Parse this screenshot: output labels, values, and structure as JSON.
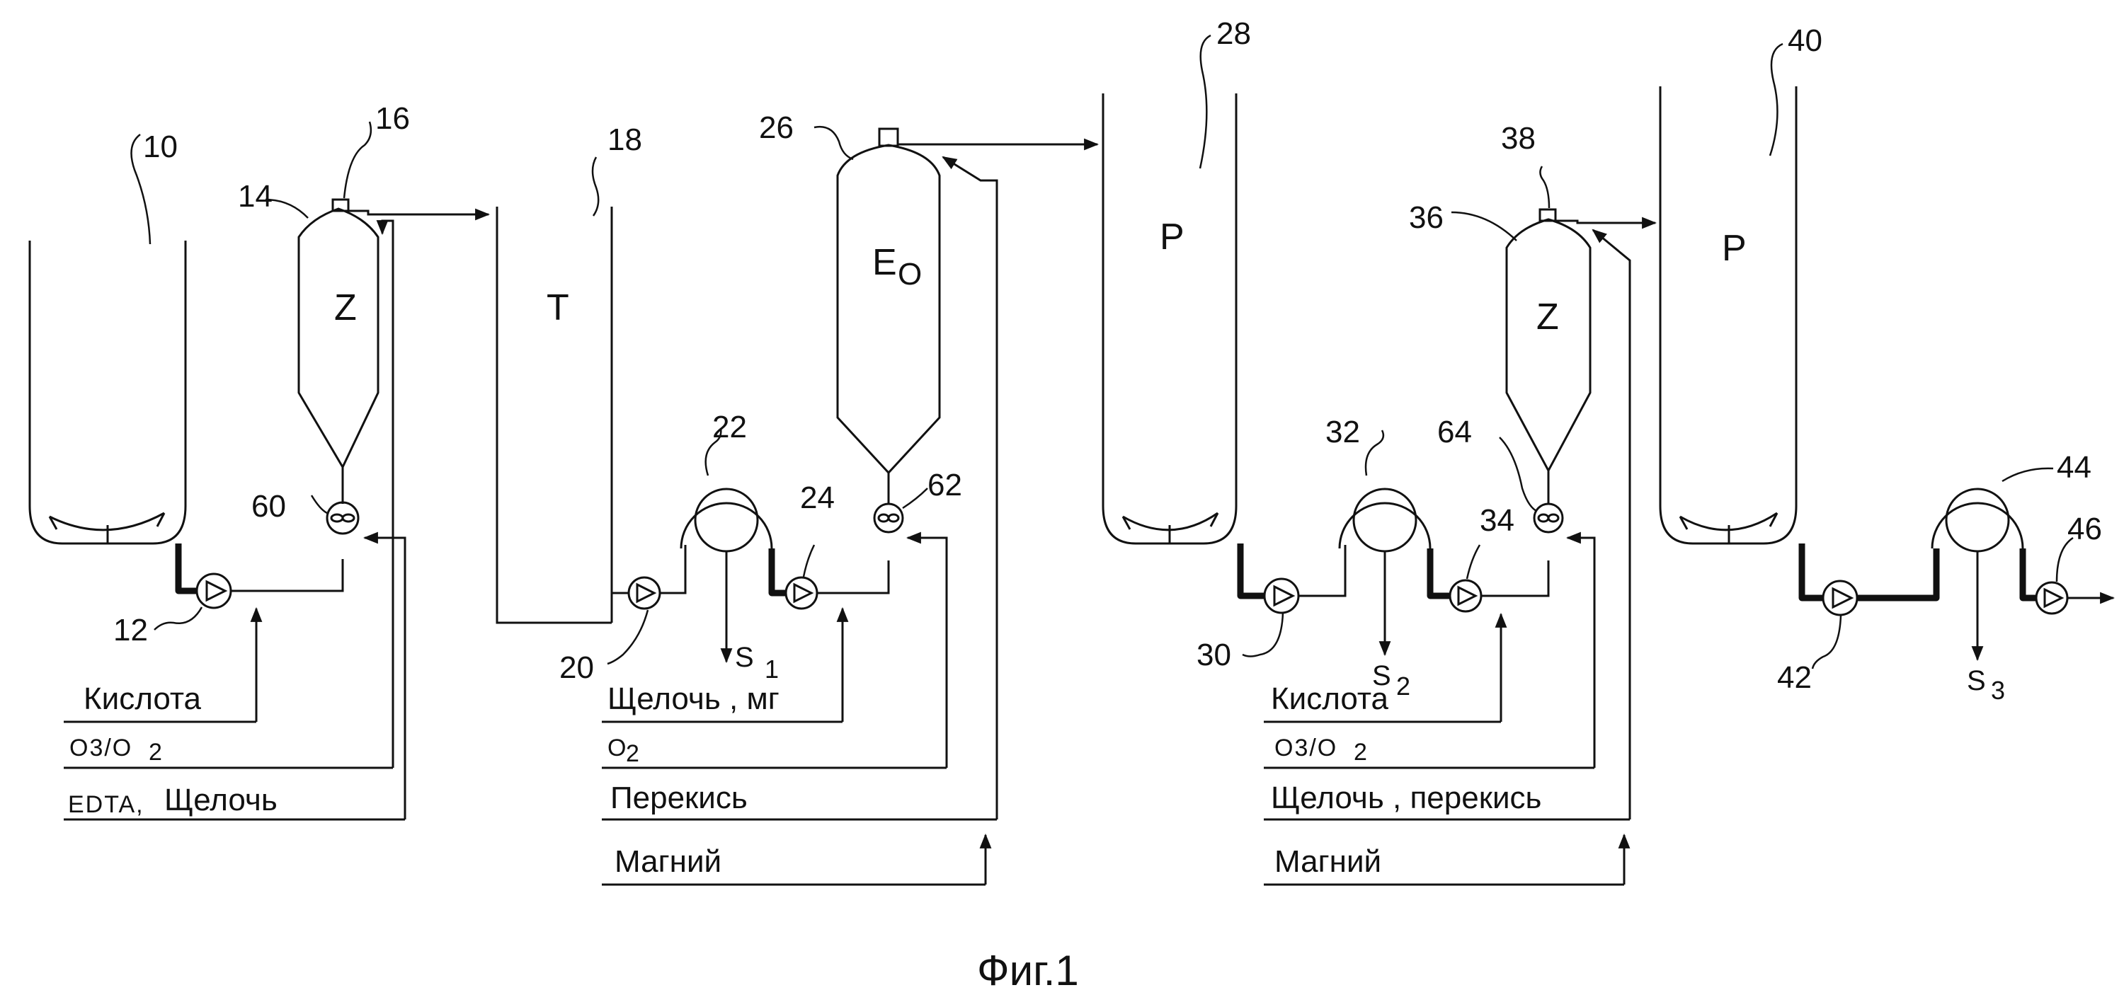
{
  "refs": {
    "r10": "10",
    "r12": "12",
    "r14": "14",
    "r16": "16",
    "r18": "18",
    "r20": "20",
    "r22": "22",
    "r24": "24",
    "r26": "26",
    "r28": "28",
    "r30": "30",
    "r32": "32",
    "r34": "34",
    "r36": "36",
    "r38": "38",
    "r40": "40",
    "r42": "42",
    "r44": "44",
    "r46": "46",
    "r60": "60",
    "r62": "62",
    "r64": "64"
  },
  "vessels": {
    "z1": "Z",
    "t": "T",
    "eo_main": "E",
    "eo_sub": "O",
    "p1": "P",
    "z2": "Z",
    "p2": "P"
  },
  "streams": {
    "s1_main": "S",
    "s1_sub": "1",
    "s2_main": "S",
    "s2_sub": "2",
    "s3_main": "S",
    "s3_sub": "3"
  },
  "feeds": {
    "g1_acid": "Кислота",
    "g1_o3_a": "O3/O",
    "g1_o3_b": "2",
    "g1_edta": "EDTA,",
    "g1_alkali": "Щелочь",
    "g2_alkali_mg": "Щелочь , мг",
    "g2_o2_a": "O",
    "g2_o2_b": "2",
    "g2_peroxide": "Перекись",
    "g2_magnesium": "Магний",
    "g3_acid": "Кислота",
    "g3_o3_a": "O3/O",
    "g3_o3_b": "2",
    "g3_alkali_peroxide": "Щелочь , перекись",
    "g3_magnesium": "Магний"
  },
  "caption": "Фиг.1"
}
